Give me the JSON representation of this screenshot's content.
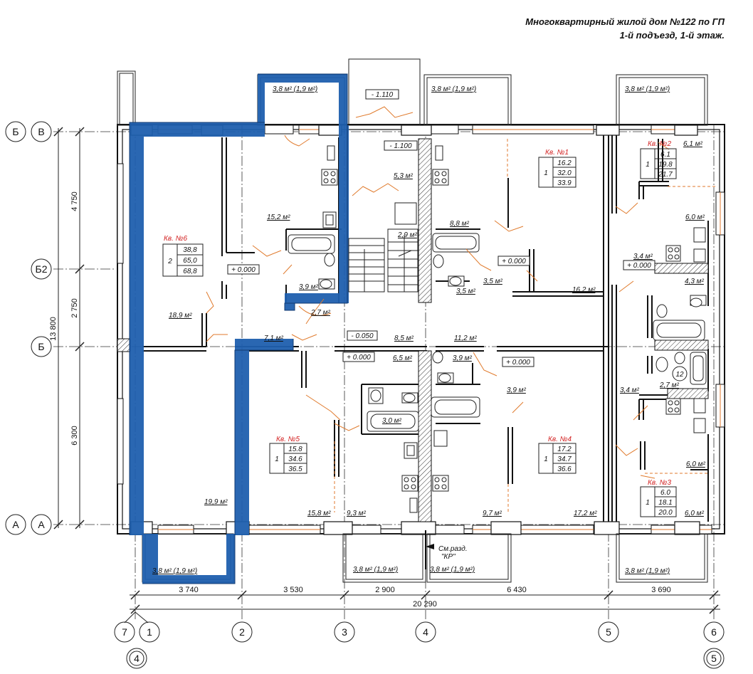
{
  "title": {
    "line1": "Многоквартирный жилой дом №122 по ГП",
    "line2": "1-й подъезд, 1-й этаж."
  },
  "axes_left": [
    {
      "a": "Б",
      "b": "В"
    },
    {
      "a": "Б2"
    },
    {
      "a": "Б"
    },
    {
      "a": "А",
      "b": "А"
    }
  ],
  "axes_bottom": [
    {
      "top": "7",
      "top2": "1",
      "bottom": "4"
    },
    {
      "top": "2"
    },
    {
      "top": "3"
    },
    {
      "top": "4"
    },
    {
      "top": "5"
    },
    {
      "top": "6",
      "bottom": "5"
    }
  ],
  "dims_vertical": [
    "4 750",
    "2 750",
    "6 300",
    "13 800"
  ],
  "dims_horizontal": [
    "3 740",
    "3 530",
    "2 900",
    "6 430",
    "3 690",
    "20 290"
  ],
  "levels": [
    "- 1.110",
    "- 1.100",
    "+ 0.000",
    "+ 0.000",
    "+ 0.000",
    "+ 0.000",
    "- 0.050",
    "+ 0.000"
  ],
  "areas": {
    "bal_top_left": "3,8 м² (1,9 м²)",
    "bal_top_mid": "3,8 м² (1,9 м²)",
    "bal_top_right": "3,8 м² (1,9 м²)",
    "bal_bot_left": "3,8 м² (1,9 м²)",
    "bal_bot_mid1": "3,8 м² (1,9 м²)",
    "bal_bot_mid2": "3,8 м² (1,9 м²)",
    "bal_bot_right": "3,8 м² (1,9 м²)",
    "a15_2": "15,2 м²",
    "a18_9": "18,9 м²",
    "a3_9a": "3,9 м²",
    "a2_7a": "2,7 м²",
    "a7_1": "7,1 м²",
    "a5_3": "5,3 м²",
    "a8_8": "8,8 м²",
    "a2_9": "2,9 м²",
    "a3_5a": "3,5 м²",
    "a3_5b": "3,5 м²",
    "a16_2": "16,2 м²",
    "a6_1": "6,1 м²",
    "a6_0a": "6,0 м²",
    "a3_4a": "3,4 м²",
    "a4_3": "4,3 м²",
    "a8_5": "8,5 м²",
    "a11_2": "11,2 м²",
    "a6_5": "6,5 м²",
    "a3_9b": "3,9 м²",
    "a3_9c": "3,9 м²",
    "a3_0": "3,0 м²",
    "a3_4b": "3,4 м²",
    "a2_7b": "2,7 м²",
    "a19_9": "19,9 м²",
    "a15_8": "15,8 м²",
    "a9_3": "9,3 м²",
    "a9_7": "9,7 м²",
    "a17_2": "17,2 м²",
    "a6_0b": "6,0 м²",
    "a6_0c": "6,0 м²",
    "room12": "12",
    "section_cut": "См.разд.",
    "section_cut2": "\"КР\""
  },
  "apartments": [
    {
      "id": "kv6",
      "name": "Кв. №6",
      "rooms": "2",
      "v1": "38,8",
      "v2": "65,0",
      "v3": "68,8"
    },
    {
      "id": "kv1",
      "name": "Кв. №1",
      "rooms": "1",
      "v1": "16.2",
      "v2": "32.0",
      "v3": "33.9"
    },
    {
      "id": "kv2",
      "name": "Кв. №2",
      "rooms": "1",
      "v1": "6.1",
      "v2": "19.8",
      "v3": "21.7"
    },
    {
      "id": "kv5",
      "name": "Кв. №5",
      "rooms": "1",
      "v1": "15.8",
      "v2": "34.6",
      "v3": "36.5"
    },
    {
      "id": "kv4",
      "name": "Кв. №4",
      "rooms": "1",
      "v1": "17.2",
      "v2": "34.7",
      "v3": "36.6"
    },
    {
      "id": "kv3",
      "name": "Кв. №3",
      "rooms": "1",
      "v1": "6.0",
      "v2": "18.1",
      "v3": "20.0"
    }
  ],
  "colors": {
    "highlight": "#1f5fae",
    "door_swing": "#e07a2c",
    "apartment_label": "#d21f1f"
  }
}
